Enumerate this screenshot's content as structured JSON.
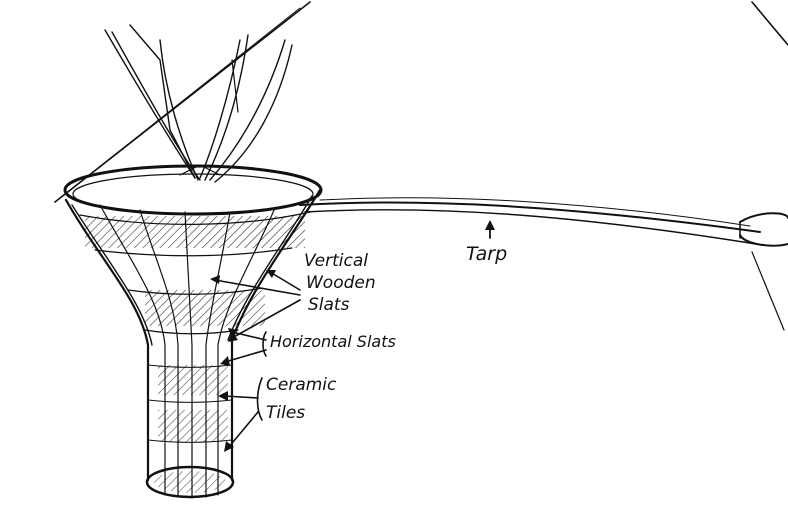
{
  "labels": {
    "tarp": "Tarp",
    "vertical_line1": "Vertical",
    "vertical_line2": "Wooden",
    "vertical_line3": "Slats",
    "horizontal": "Horizontal Slats",
    "ceramic_line1": "Ceramic",
    "ceramic_line2": "Tiles"
  },
  "colors": {
    "ink": "#111111",
    "paper": "#ffffff"
  }
}
